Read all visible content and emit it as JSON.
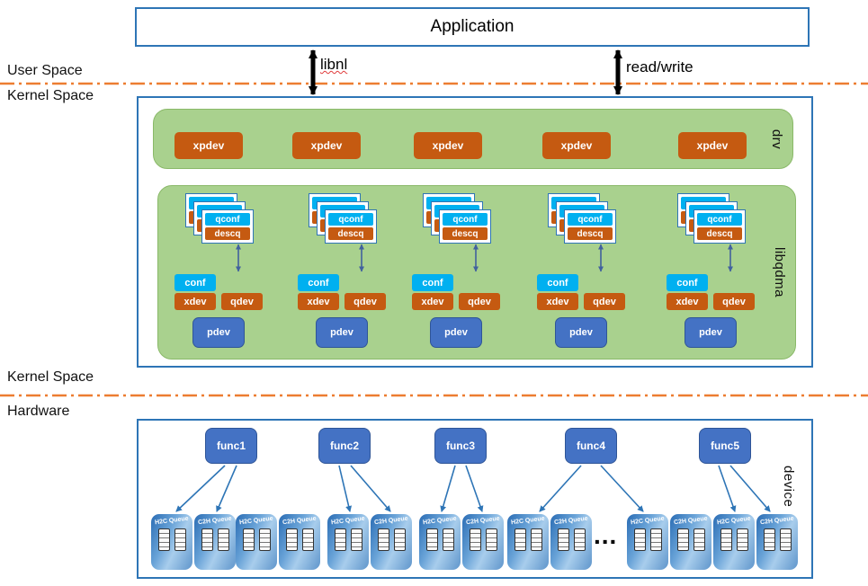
{
  "application": {
    "label": "Application"
  },
  "labels": {
    "user_space": "User Space",
    "kernel_space_upper": "Kernel Space",
    "kernel_space_lower": "Kernel Space",
    "hardware": "Hardware",
    "libnl": "libnl",
    "read_write": "read/write"
  },
  "drv": {
    "label": "drv",
    "instances": [
      {
        "label": "xpdev"
      },
      {
        "label": "xpdev"
      },
      {
        "label": "xpdev"
      },
      {
        "label": "xpdev"
      },
      {
        "label": "xpdev"
      }
    ]
  },
  "libqdma": {
    "label": "libqdma",
    "groups": [
      {
        "qconf": "qconf",
        "descq": "descq",
        "conf": "conf",
        "xdev": "xdev",
        "qdev": "qdev",
        "pdev": "pdev"
      },
      {
        "qconf": "qconf",
        "descq": "descq",
        "conf": "conf",
        "xdev": "xdev",
        "qdev": "qdev",
        "pdev": "pdev"
      },
      {
        "qconf": "qconf",
        "descq": "descq",
        "conf": "conf",
        "xdev": "xdev",
        "qdev": "qdev",
        "pdev": "pdev"
      },
      {
        "qconf": "qconf",
        "descq": "descq",
        "conf": "conf",
        "xdev": "xdev",
        "qdev": "qdev",
        "pdev": "pdev"
      },
      {
        "qconf": "qconf",
        "descq": "descq",
        "conf": "conf",
        "xdev": "xdev",
        "qdev": "qdev",
        "pdev": "pdev"
      }
    ]
  },
  "device": {
    "label": "device",
    "functions": [
      {
        "label": "func1"
      },
      {
        "label": "func2"
      },
      {
        "label": "func3"
      },
      {
        "label": "func4"
      },
      {
        "label": "func5"
      }
    ],
    "queue_pairs": [
      {
        "h2c": "H2C Queue",
        "c2h": "C2H Queue"
      },
      {
        "h2c": "H2C Queue",
        "c2h": "C2H Queue"
      },
      {
        "h2c": "H2C Queue",
        "c2h": "C2H Queue"
      },
      {
        "h2c": "H2C Queue",
        "c2h": "C2H Queue"
      },
      {
        "h2c": "H2C Queue",
        "c2h": "C2H Queue"
      },
      {
        "h2c": "H2C Queue",
        "c2h": "C2H Queue"
      },
      {
        "h2c": "H2C Queue",
        "c2h": "C2H Queue"
      }
    ],
    "ellipsis": "..."
  },
  "colors": {
    "box_border_blue": "#2E75B6",
    "green_fill": "#A9D18E",
    "orange_box": "#C55A11",
    "cyan_box": "#00B0F0",
    "blue_box": "#4472C4",
    "separator_orange": "#ED7D31"
  }
}
